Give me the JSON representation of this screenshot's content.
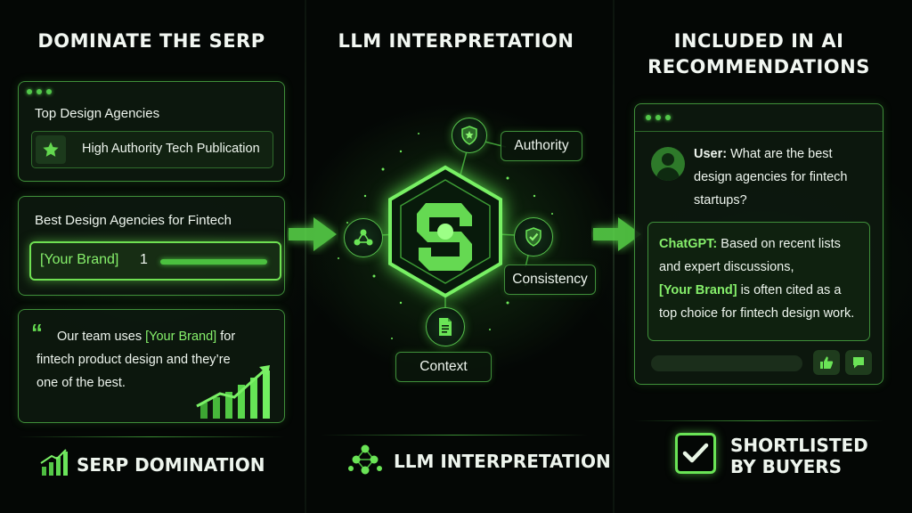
{
  "columns": {
    "serp": {
      "title": "DOMINATE THE SERP",
      "card1": {
        "title": "Top Design Agencies",
        "row": "High Authority Tech Publication"
      },
      "card2": {
        "title": "Best Design Agencies for Fintech",
        "brand": "[Your Brand]",
        "rank": "1"
      },
      "quote": {
        "mark": "“",
        "pre": "Our team uses",
        "brand": "[Your Brand]",
        "post": "for",
        "line2": "fintech product design and they’re",
        "line3": "one of the best."
      },
      "footer": "SERP DOMINATION"
    },
    "llm": {
      "title": "LLM INTERPRETATION",
      "labels": {
        "authority": "Authority",
        "consistency": "Consistency",
        "context": "Context"
      },
      "footer": "LLM INTERPRETATION"
    },
    "ai": {
      "title_line1": "INCLUDED IN AI",
      "title_line2": "RECOMMENDATIONS",
      "user": {
        "speaker": "User:",
        "line1": "What are the best",
        "line2": "design agencies for fintech",
        "line3": "startups?"
      },
      "bot": {
        "speaker": "ChatGPT:",
        "line1": "Based on recent lists",
        "line2": "and expert discussions,",
        "brand": "[Your Brand]",
        "line3": "is often cited as a",
        "line4": "top choice for fintech design work."
      },
      "footer_line1": "SHORTLISTED",
      "footer_line2": "BY BUYERS"
    }
  },
  "colors": {
    "accent": "#52c84a",
    "highlight": "#86f06b",
    "background": "#040705"
  },
  "icons": [
    "star-icon",
    "chart-growth-icon",
    "shield-star-icon",
    "network-icon",
    "shield-check-icon",
    "document-icon",
    "llm-hexagon-logo-icon",
    "molecule-icon",
    "user-avatar-icon",
    "thumbs-up-icon",
    "chat-bubble-icon",
    "checkbox-check-icon",
    "arrow-right-icon"
  ]
}
